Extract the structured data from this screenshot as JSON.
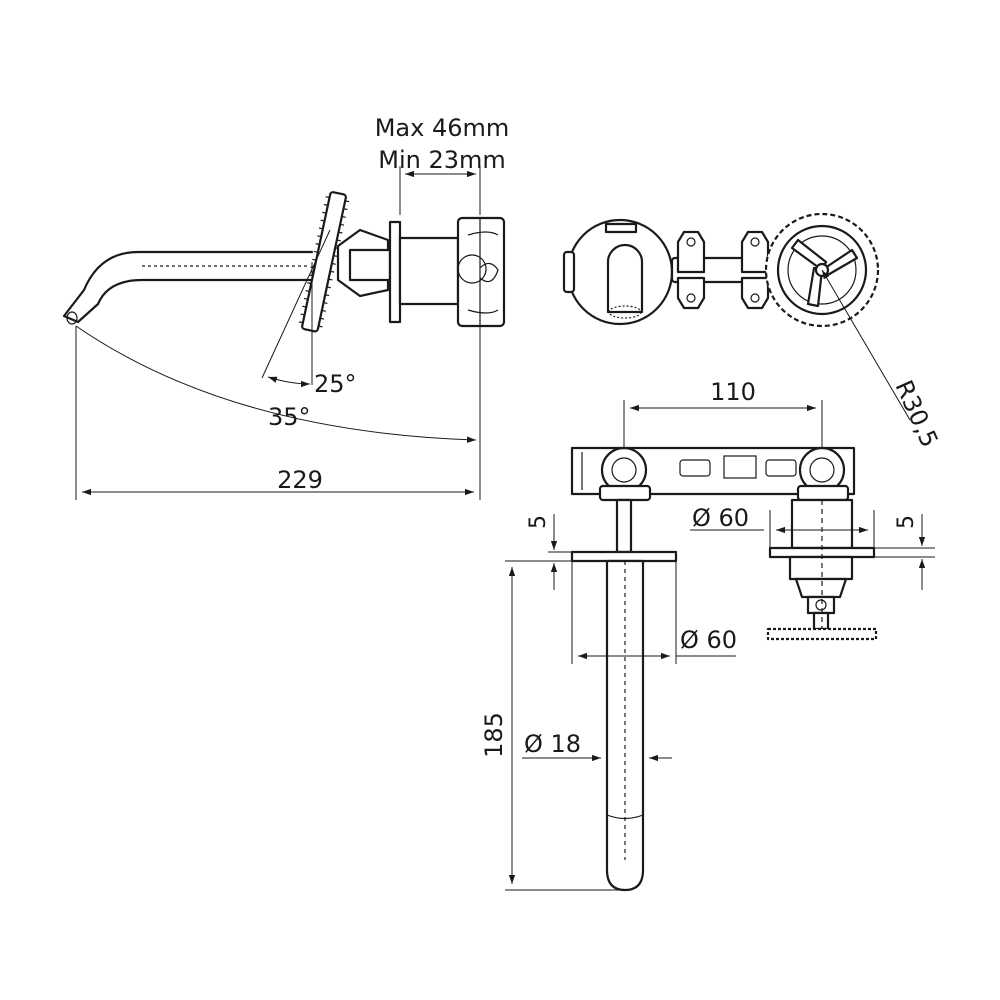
{
  "labels": {
    "depth_max": "Max 46mm",
    "depth_min": "Min 23mm",
    "angle_25": "25°",
    "angle_35": "35°",
    "length_229": "229",
    "radius_wheel": "R30,5",
    "spacing_110": "110",
    "dia_60_plate": "Ø 60",
    "dia_60_rosette": "Ø 60",
    "dia_18": "Ø 18",
    "plate_5_left": "5",
    "plate_5_right": "5",
    "height_185": "185"
  },
  "colors": {
    "line": "#1a1a1a",
    "background": "#ffffff"
  }
}
